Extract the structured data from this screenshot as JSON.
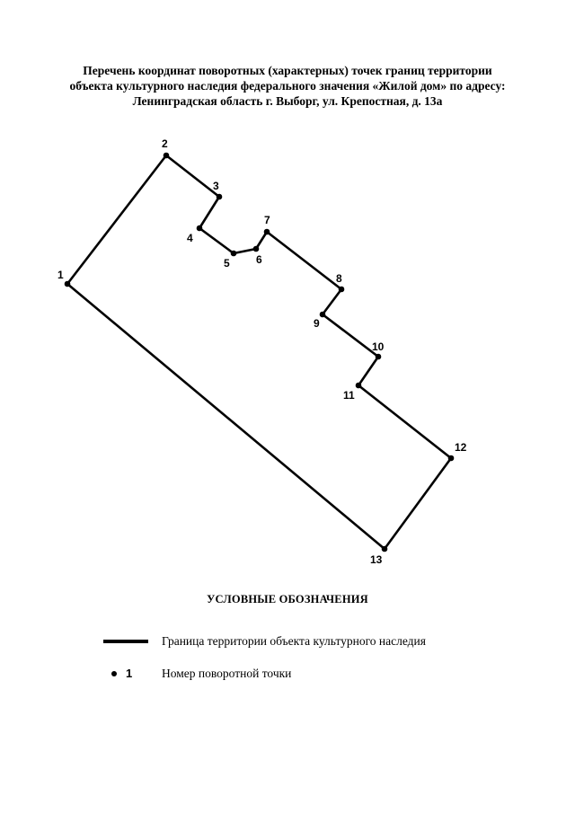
{
  "title": {
    "line1": "Перечень координат поворотных (характерных) точек границ территории",
    "line2": "объекта культурного наследия федерального значения «Жилой дом» по адресу:",
    "line3": "Ленинградская область г. Выборг, ул. Крепостная, д. 13а"
  },
  "plan": {
    "points": [
      {
        "label": "1"
      },
      {
        "label": "2"
      },
      {
        "label": "3"
      },
      {
        "label": "4"
      },
      {
        "label": "5"
      },
      {
        "label": "6"
      },
      {
        "label": "7"
      },
      {
        "label": "8"
      },
      {
        "label": "9"
      },
      {
        "label": "10"
      },
      {
        "label": "11"
      },
      {
        "label": "12"
      },
      {
        "label": "13"
      }
    ]
  },
  "legend": {
    "title": "УСЛОВНЫЕ ОБОЗНАЧЕНИЯ",
    "boundary_text": "Граница территории объекта культурного наследия",
    "point_number_sample": "1",
    "point_text": "Номер поворотной точки"
  }
}
